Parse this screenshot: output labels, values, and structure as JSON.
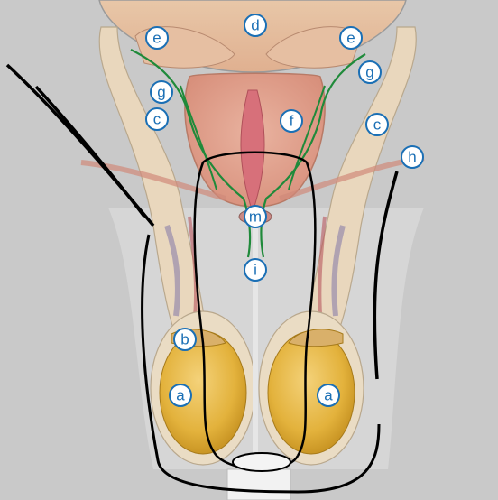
{
  "labels": {
    "d": "d",
    "e_left": "e",
    "e_right": "e",
    "g_left": "g",
    "g_right": "g",
    "c_left": "c",
    "c_right": "c",
    "f": "f",
    "h": "h",
    "m": "m",
    "i": "i",
    "b": "b",
    "a_left": "a",
    "a_right": "a"
  },
  "colors": {
    "background": "#c9c9c9",
    "label_stroke": "#1a6fb5",
    "ducts": "#1f8a3a",
    "testis": "#e3b23c",
    "prostate": "#e2a08c",
    "outline": "#000000"
  }
}
